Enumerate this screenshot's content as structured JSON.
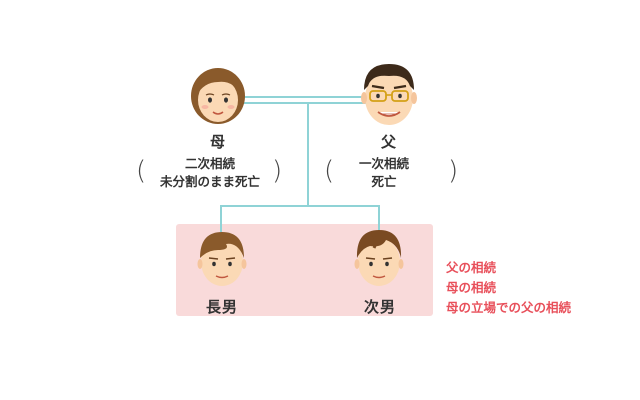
{
  "colors": {
    "line": "#8fd3d6",
    "highlight": "#f9dada",
    "legend_text": "#e8505b",
    "text": "#333333"
  },
  "people": {
    "mother": {
      "name": "母",
      "note_lines": [
        "二次相続",
        "未分割のまま死亡"
      ]
    },
    "father": {
      "name": "父",
      "note_lines": [
        "一次相続",
        "死亡"
      ]
    },
    "eldest_son": {
      "name": "長男"
    },
    "second_son": {
      "name": "次男"
    }
  },
  "legend": {
    "items": [
      "父の相続",
      "母の相続",
      "母の立場での父の相続"
    ]
  }
}
